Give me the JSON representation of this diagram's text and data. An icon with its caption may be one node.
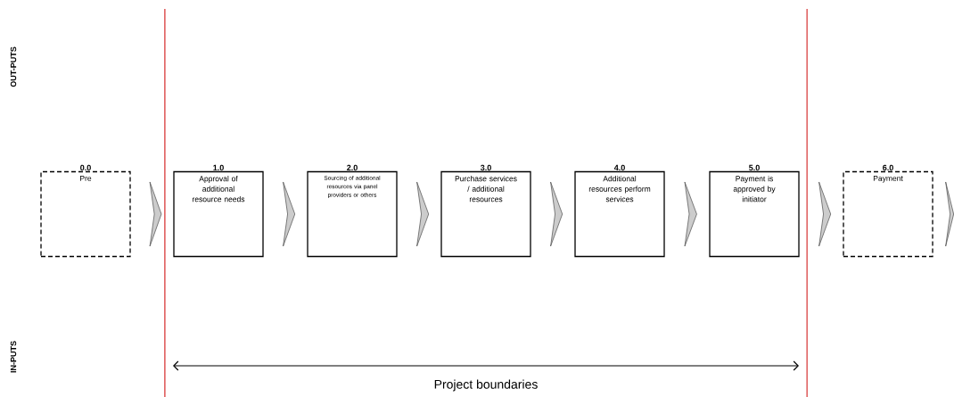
{
  "diagram": {
    "nodes": [
      {
        "text": [
          "0.0",
          "Pre"
        ]
      },
      {
        "text": [
          "1.0",
          "Approval of additional resource needs"
        ]
      },
      {
        "text": [
          "2.0",
          "Sourcing of additional resources via panel providers or others"
        ]
      },
      {
        "text": [
          "3.0",
          "Purchase services / additional resources"
        ]
      },
      {
        "text": [
          "4.0",
          "Additional resources perform services"
        ]
      },
      {
        "text": [
          "5.0",
          "Payment is approved by initiator"
        ]
      },
      {
        "text": [
          "6.0",
          "Payment"
        ]
      }
    ],
    "edges": [
      {
        "from": 0,
        "to": 1,
        "arrow": "to"
      },
      {
        "from": 1,
        "to": 2,
        "arrow": "to"
      },
      {
        "from": 2,
        "to": 3,
        "arrow": "to"
      },
      {
        "from": 3,
        "to": 4,
        "arrow": "to"
      },
      {
        "from": 4,
        "to": 5,
        "arrow": "to"
      },
      {
        "from": 5,
        "to": 6,
        "arrow": "to"
      },
      {
        "from": 6,
        "to": null,
        "arrow": "to"
      }
    ],
    "labels": [
      "OUT-PUTS",
      "IN-PUTS",
      "Project boundaries"
    ]
  }
}
